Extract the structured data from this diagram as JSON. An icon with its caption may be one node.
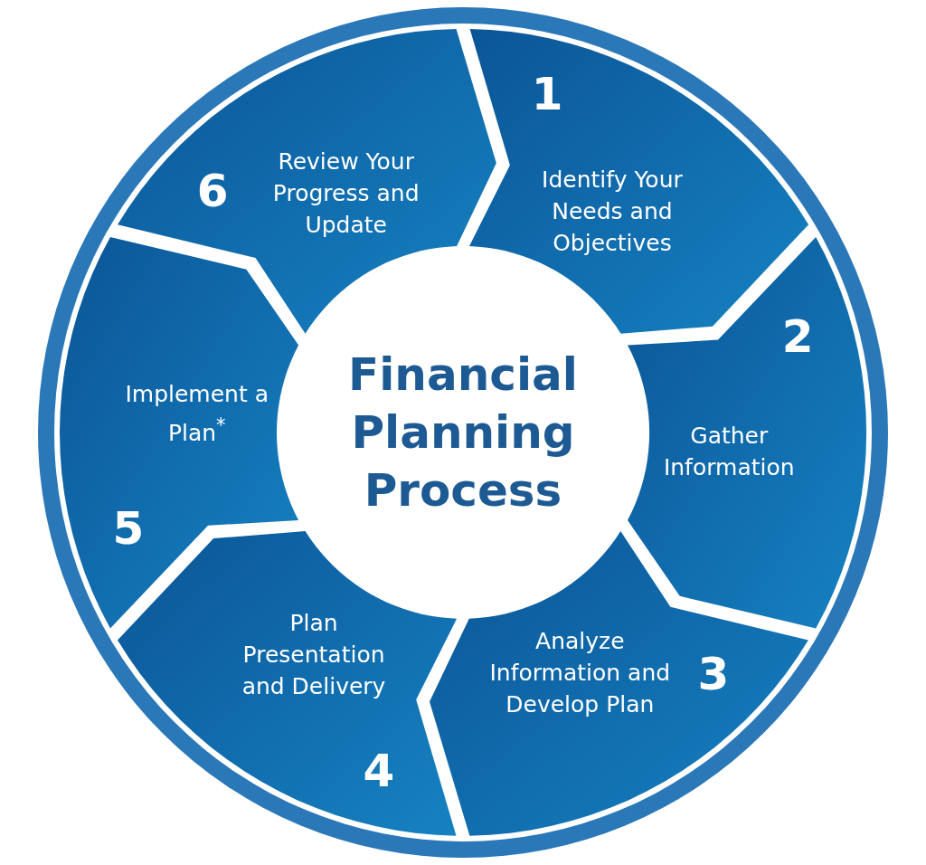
{
  "diagram": {
    "nodes": [
      {
        "text": [
          "Financial Planning Process"
        ]
      },
      {
        "text": [
          "1",
          "Identify Your Needs and Objectives"
        ]
      },
      {
        "text": [
          "2",
          "Gather Information"
        ]
      },
      {
        "text": [
          "Analyze Information and Develop Plan",
          "3"
        ]
      },
      {
        "text": [
          "Plan Presentation and Delivery",
          "4"
        ]
      },
      {
        "text": [
          "Implement a Plan$^{*}$",
          "5"
        ]
      },
      {
        "text": [
          "6",
          "Review Your Progress and Update"
        ]
      }
    ]
  }
}
